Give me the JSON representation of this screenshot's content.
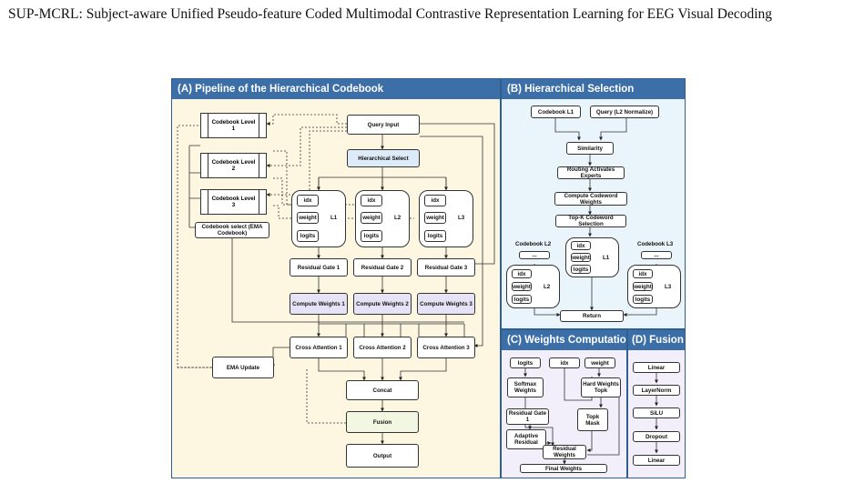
{
  "header": {
    "title": "SUP-MCRL: Subject-aware Unified Pseudo-feature Coded Multimodal Contrastive Representation Learning for EEG Visual Decoding"
  },
  "panel_a": {
    "title": "(A) Pipeline of the Hierarchical Codebook",
    "codebook_level_1": "Codebook Level 1",
    "codebook_level_2": "Codebook Level 2",
    "codebook_level_3": "Codebook Level 3",
    "codebook_select": "Codebook select (EMA Codebook)",
    "query_input": "Query Input",
    "hierarchical_select": "Hierarchical Select",
    "idx": "idx",
    "weight": "weight",
    "logits": "logits",
    "l1": "L1",
    "l2": "L2",
    "l3": "L3",
    "residual_gate_1": "Residual Gate 1",
    "residual_gate_2": "Residual Gate 2",
    "residual_gate_3": "Residual Gate 3",
    "compute_weights_1": "Compute Weights 1",
    "compute_weights_2": "Compute Weights 2",
    "compute_weights_3": "Compute Weights 3",
    "cross_attention_1": "Cross Attention 1",
    "cross_attention_2": "Cross Attention 2",
    "cross_attention_3": "Cross Attention 3",
    "ema_update": "EMA Update",
    "concat": "Concat",
    "fusion": "Fusion",
    "output": "Output"
  },
  "panel_b": {
    "title": "(B) Hierarchical Selection",
    "codebook_l1": "Codebook L1",
    "query": "Query (L2 Normalize)",
    "similarity": "Similarity",
    "routing": "Routing Activates Experts",
    "compute_codeword": "Compute Codeword Weights",
    "topk_selection": "Top-K Codeword Selection",
    "codebook_l2": "Codebook L2",
    "codebook_l3": "Codebook L3",
    "ellipsis": "...",
    "idx": "idx",
    "weight": "weight",
    "logits": "logits",
    "l1": "L1",
    "l2": "L2",
    "l3": "L3",
    "return": "Return"
  },
  "panel_c": {
    "title": "(C) Weights Computation",
    "logits": "logits",
    "idx": "idx",
    "weight": "weight",
    "softmax_weights": "Softmax Weights",
    "hard_weights_topk": "Hard Weights Topk",
    "residual_gate_1": "Residual Gate 1",
    "topk_mask": "Topk Mask",
    "adaptive_residual": "Adaptive Residual",
    "residual_weights": "Residual Weights",
    "final_weights": "Final Weights"
  },
  "panel_d": {
    "title": "(D) Fusion",
    "linear_1": "Linear",
    "layernorm": "LayerNorm",
    "silu": "SiLU",
    "dropout": "Dropout",
    "linear_2": "Linear"
  },
  "colors": {
    "panel_a_bg": "#fdf6e1",
    "panel_b_bg": "#eaf4fb",
    "panel_c_bg": "#f2eefa",
    "panel_d_bg": "#f2eefa",
    "title_bar": "#3c6ea7",
    "hier_select": "#dcebf7",
    "compute_weights": "#e7e3f6",
    "fusion": "#f1f7e0"
  }
}
